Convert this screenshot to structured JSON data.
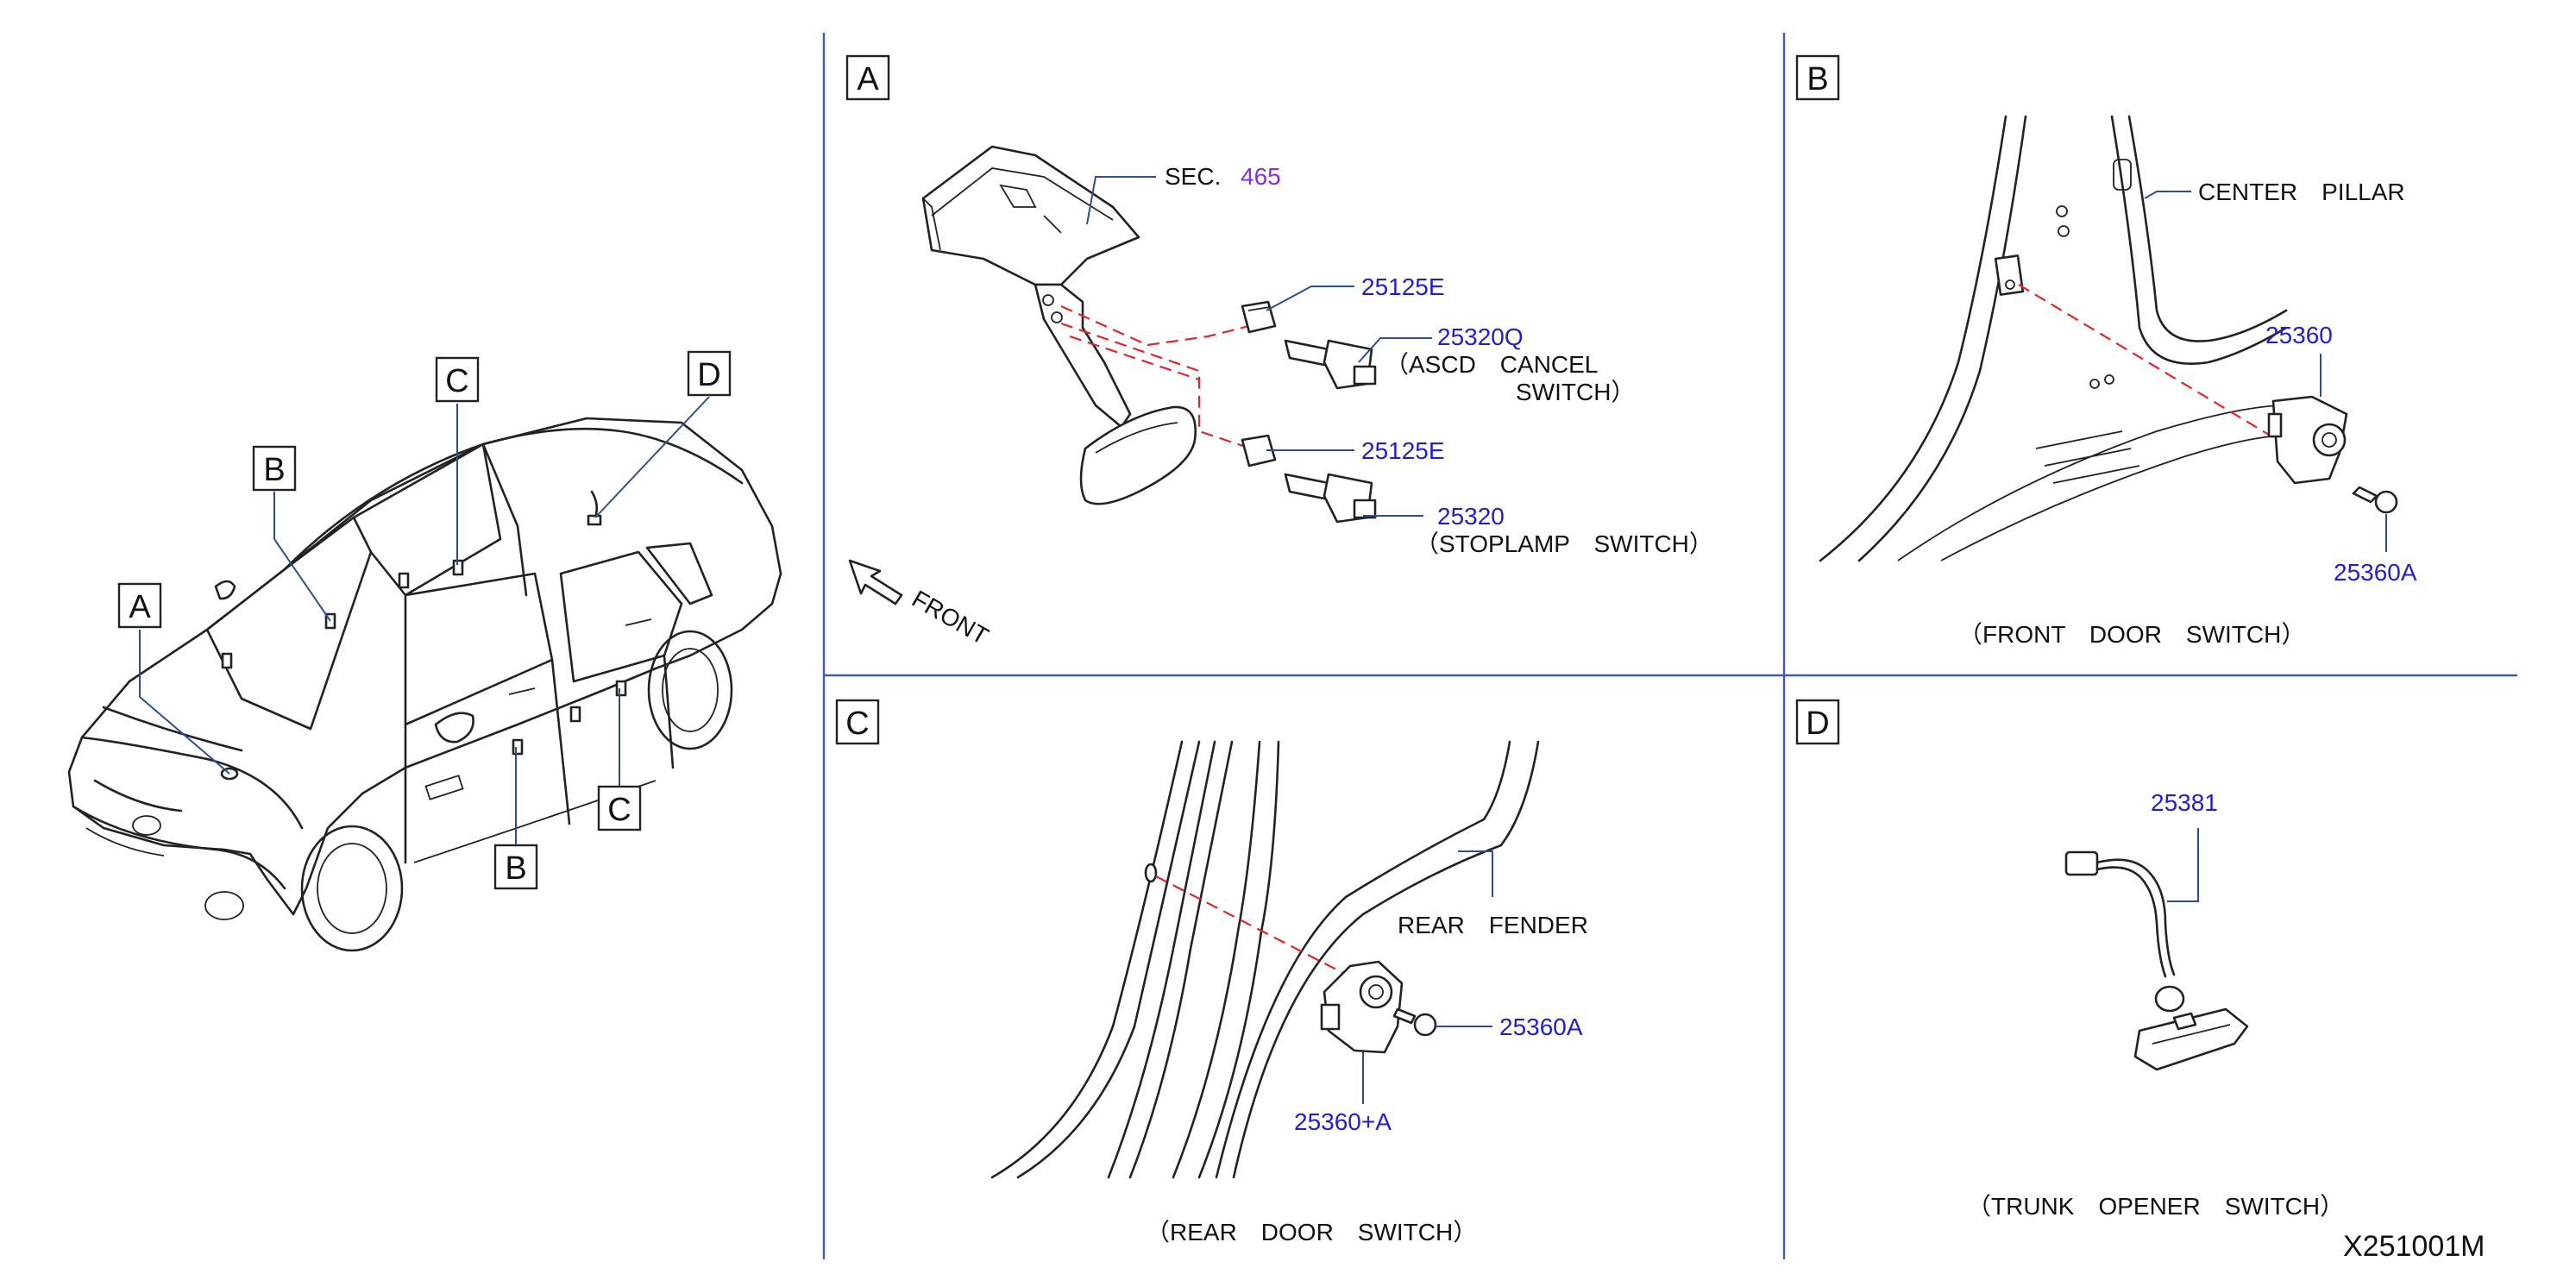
{
  "overview_callouts": [
    "A",
    "B",
    "C",
    "D",
    "B",
    "C"
  ],
  "panels": {
    "A": {
      "letter": "A",
      "sec_label": "SEC.",
      "sec_number": "465",
      "parts": [
        "25125E",
        "25320Q",
        "25125E",
        "25320"
      ],
      "captions": [
        "（ASCD　CANCEL",
        "SWITCH）",
        "（STOPLAMP　SWITCH）"
      ],
      "front_label": "FRONT"
    },
    "B": {
      "letter": "B",
      "center_pillar_label": "CENTER　PILLAR",
      "parts": [
        "25360",
        "25360A"
      ],
      "caption": "（FRONT　DOOR　SWITCH）"
    },
    "C": {
      "letter": "C",
      "rear_fender_label": "REAR　FENDER",
      "parts": [
        "25360A",
        "25360+A"
      ],
      "caption": "（REAR　DOOR　SWITCH）"
    },
    "D": {
      "letter": "D",
      "parts": [
        "25381"
      ],
      "caption": "（TRUNK　OPENER　SWITCH）"
    }
  },
  "diagram_code": "X251001M",
  "colors": {
    "part_number": "#1f1fd1",
    "section_ref": "#8a2be2",
    "divider": "#3d5ea6",
    "dashed_guide": "#e0262a",
    "leader": "#2b4f8f"
  }
}
